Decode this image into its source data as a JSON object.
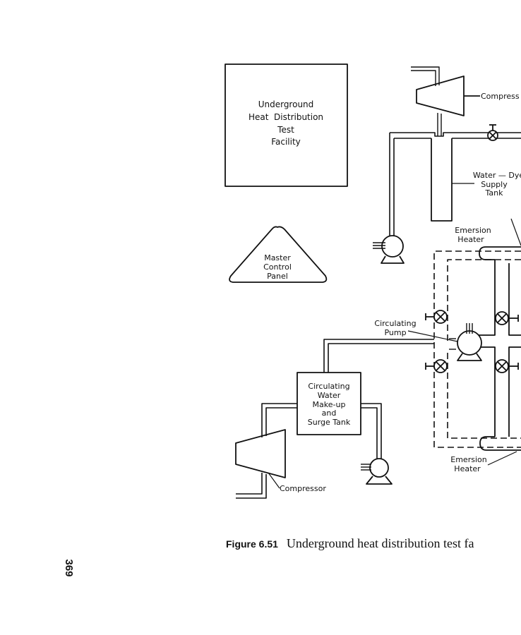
{
  "page": {
    "page_number": "369"
  },
  "figure": {
    "number": "Figure 6.51",
    "caption": "Underground heat distribution test fa"
  },
  "labels": {
    "facility_box": [
      "Underground",
      "Heat  Distribution",
      "Test",
      "Facility"
    ],
    "control_panel": [
      "Master",
      "Control",
      "Panel"
    ],
    "compressor_top": "Compress",
    "supply_tank": [
      "Water — Dye",
      "Supply",
      "Tank"
    ],
    "heater_top": [
      "Emersion",
      "Heater"
    ],
    "circulating_pump": [
      "Circulating",
      "Pump"
    ],
    "surge_tank": [
      "Circulating",
      "Water",
      "Make-up",
      "and",
      "Surge Tank"
    ],
    "compressor_bottom": "Compressor",
    "heater_bottom": [
      "Emersion",
      "Heater"
    ]
  }
}
